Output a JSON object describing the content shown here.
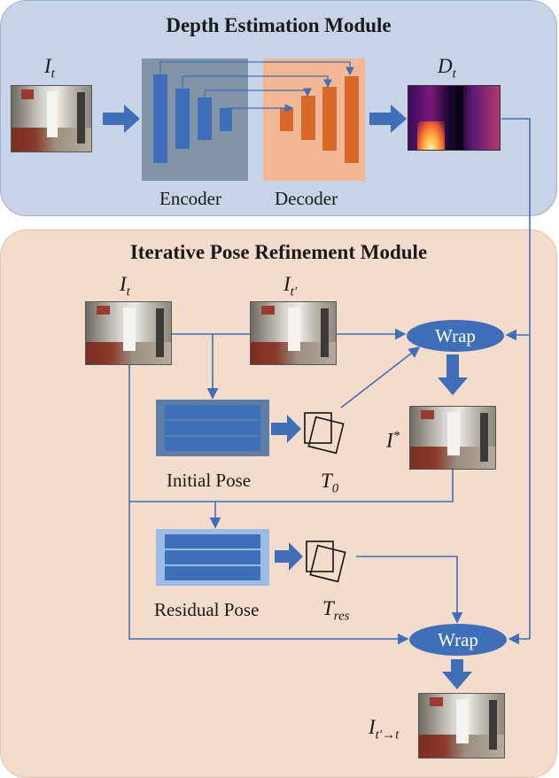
{
  "depth_module": {
    "title": "Depth Estimation Module",
    "input_label": {
      "base": "I",
      "sub": "t"
    },
    "encoder_label": "Encoder",
    "decoder_label": "Decoder",
    "output_label": {
      "base": "D",
      "sub": "t"
    }
  },
  "pose_module": {
    "title": "Iterative Pose Refinement Module",
    "target_label": {
      "base": "I",
      "sub": "t"
    },
    "source_label": {
      "base": "I",
      "sub": "t′"
    },
    "wrap1_label": "Wrap",
    "intermediate_label": {
      "base": "I",
      "sup": "*"
    },
    "initial_pose_label": "Initial Pose",
    "t0_label": {
      "base": "T",
      "sub": "0"
    },
    "residual_pose_label": "Residual Pose",
    "tres_label": {
      "base": "T",
      "sub": "res"
    },
    "wrap2_label": "Wrap",
    "output_label": {
      "base": "I",
      "sub": "t′→t"
    }
  },
  "colors": {
    "depth_panel": "#c7d3e6",
    "pose_panel": "#f3dccc",
    "encoder_blue": "#3e6fb8",
    "decoder_orange": "#d9692a"
  }
}
